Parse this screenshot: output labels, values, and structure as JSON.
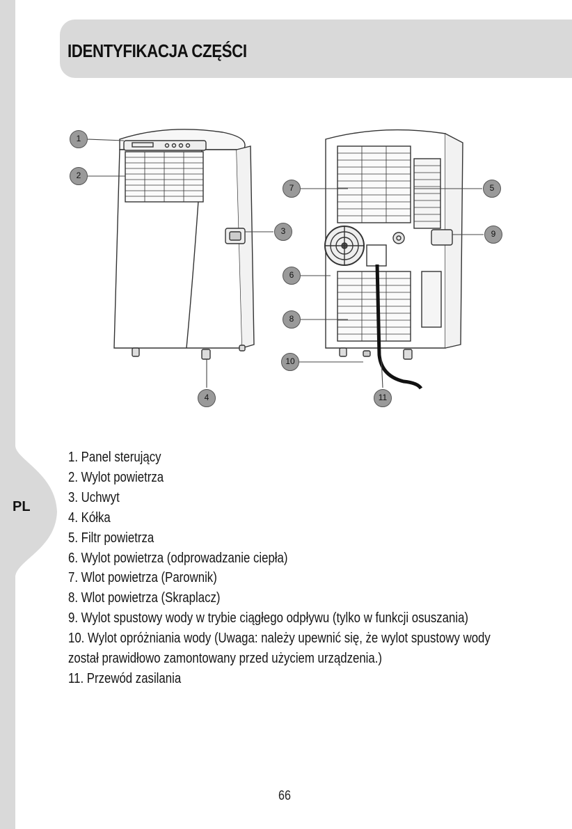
{
  "header": {
    "title": "IDENTYFIKACJA CZĘŚCI"
  },
  "language_tab": "PL",
  "callouts": [
    "1",
    "2",
    "3",
    "4",
    "5",
    "6",
    "7",
    "8",
    "9",
    "10",
    "11"
  ],
  "parts": [
    "1. Panel sterujący",
    "2. Wylot powietrza",
    "3. Uchwyt",
    "4. Kółka",
    "5. Filtr powietrza",
    "6. Wylot powietrza (odprowadzanie ciepła)",
    "7. Wlot powietrza (Parownik)",
    "8. Wlot powietrza (Skraplacz)",
    "9. Wylot spustowy wody w trybie ciągłego odpływu (tylko w funkcji osuszania)",
    "10. Wylot opróżniania wody (Uwaga: należy upewnić się, że wylot spustowy wody",
    "został prawidłowo zamontowany przed użyciem urządzenia.)",
    "11. Przewód zasilania"
  ],
  "footer": {
    "page_number": "66"
  }
}
